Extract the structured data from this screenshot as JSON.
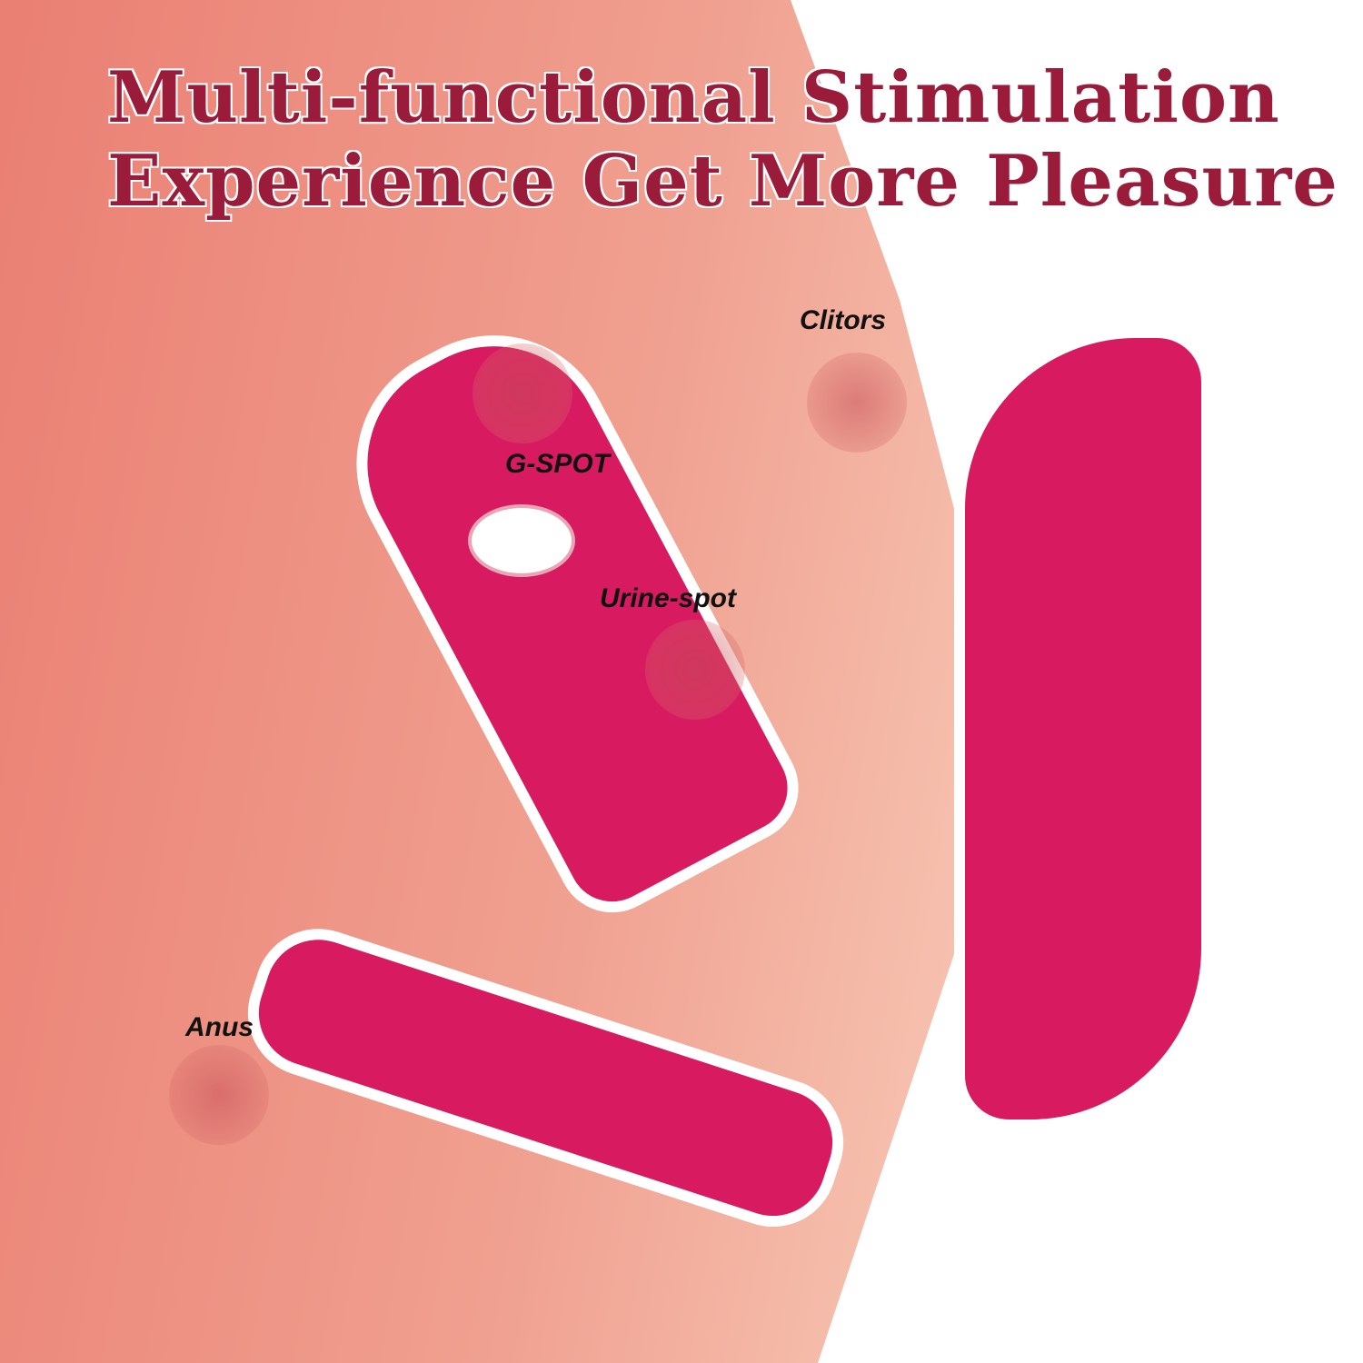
{
  "title": {
    "line1": "Multi-functional Stimulation",
    "line2": "Experience Get More Pleasure"
  },
  "labels": {
    "clitoris": "Clitors",
    "gspot": "G-SPOT",
    "urine": "Urine-spot",
    "anus": "Anus"
  },
  "colors": {
    "title": "#9b1b3a",
    "product": "#d81b60",
    "background_left": "#ea7f73",
    "background_right": "#ffffff"
  }
}
